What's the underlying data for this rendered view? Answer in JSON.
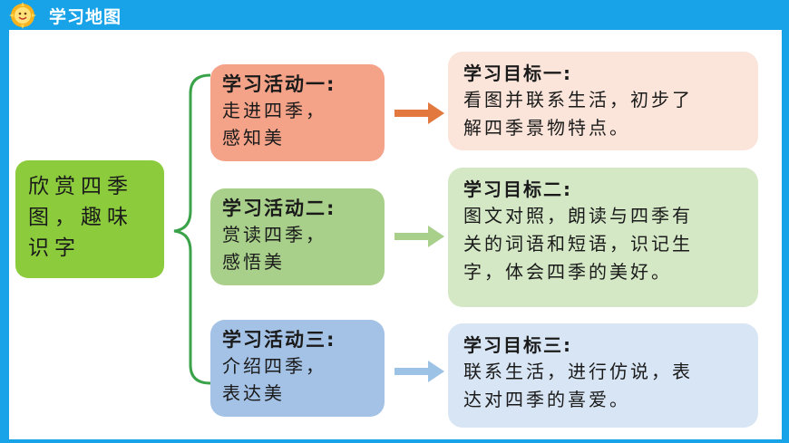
{
  "header": {
    "title": "学习地图"
  },
  "root": {
    "lines": [
      "欣赏四季",
      "图，趣味",
      "识字"
    ]
  },
  "activities": [
    {
      "title": "学习活动一:",
      "lines": [
        "走进四季，",
        "感知美"
      ]
    },
    {
      "title": "学习活动二:",
      "lines": [
        "赏读四季，",
        "感悟美"
      ]
    },
    {
      "title": "学习活动三:",
      "lines": [
        "介绍四季，",
        "表达美"
      ]
    }
  ],
  "goals": [
    {
      "title": "学习目标一:",
      "lines": [
        "看图并联系生活，初步了",
        "解四季景物特点。"
      ]
    },
    {
      "title": "学习目标二:",
      "lines": [
        "图文对照，朗读与四季有",
        "关的词语和短语，识记生",
        "字，体会四季的美好。"
      ]
    },
    {
      "title": "学习目标三:",
      "lines": [
        "联系生活，进行仿说，表",
        "达对四季的喜爱。"
      ]
    }
  ],
  "colors": {
    "header": "#18a3e8",
    "root": "#8ccc3c",
    "activity_1": "#f4a288",
    "activity_2": "#a8d08a",
    "activity_3": "#a4c2e6",
    "goal_1": "#fbe5da",
    "goal_2": "#d4e8c6",
    "goal_3": "#d8e5f4",
    "arrow_1": "#e3783e",
    "arrow_2": "#a8d08a",
    "arrow_3": "#9cc2e6",
    "brace": "#3aa34a"
  },
  "icons": {
    "header_logo": "sun-icon"
  }
}
